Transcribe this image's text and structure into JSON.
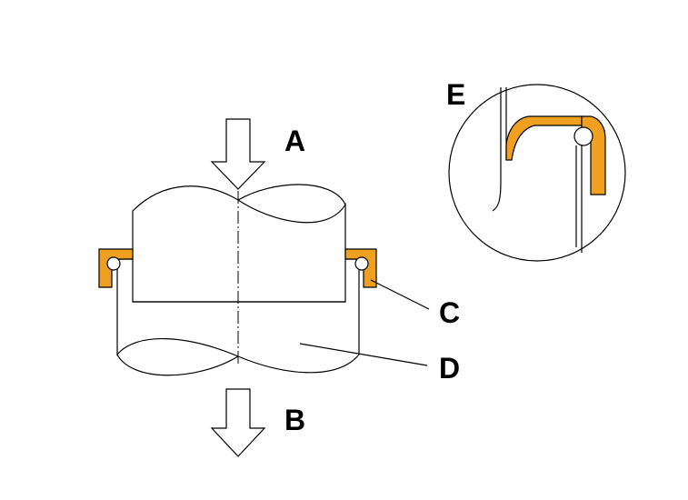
{
  "labels": {
    "a": "A",
    "b": "B",
    "c": "C",
    "d": "D",
    "e": "E"
  },
  "colors": {
    "seal": "#f0a020",
    "outline": "#000000",
    "background": "#ffffff"
  }
}
